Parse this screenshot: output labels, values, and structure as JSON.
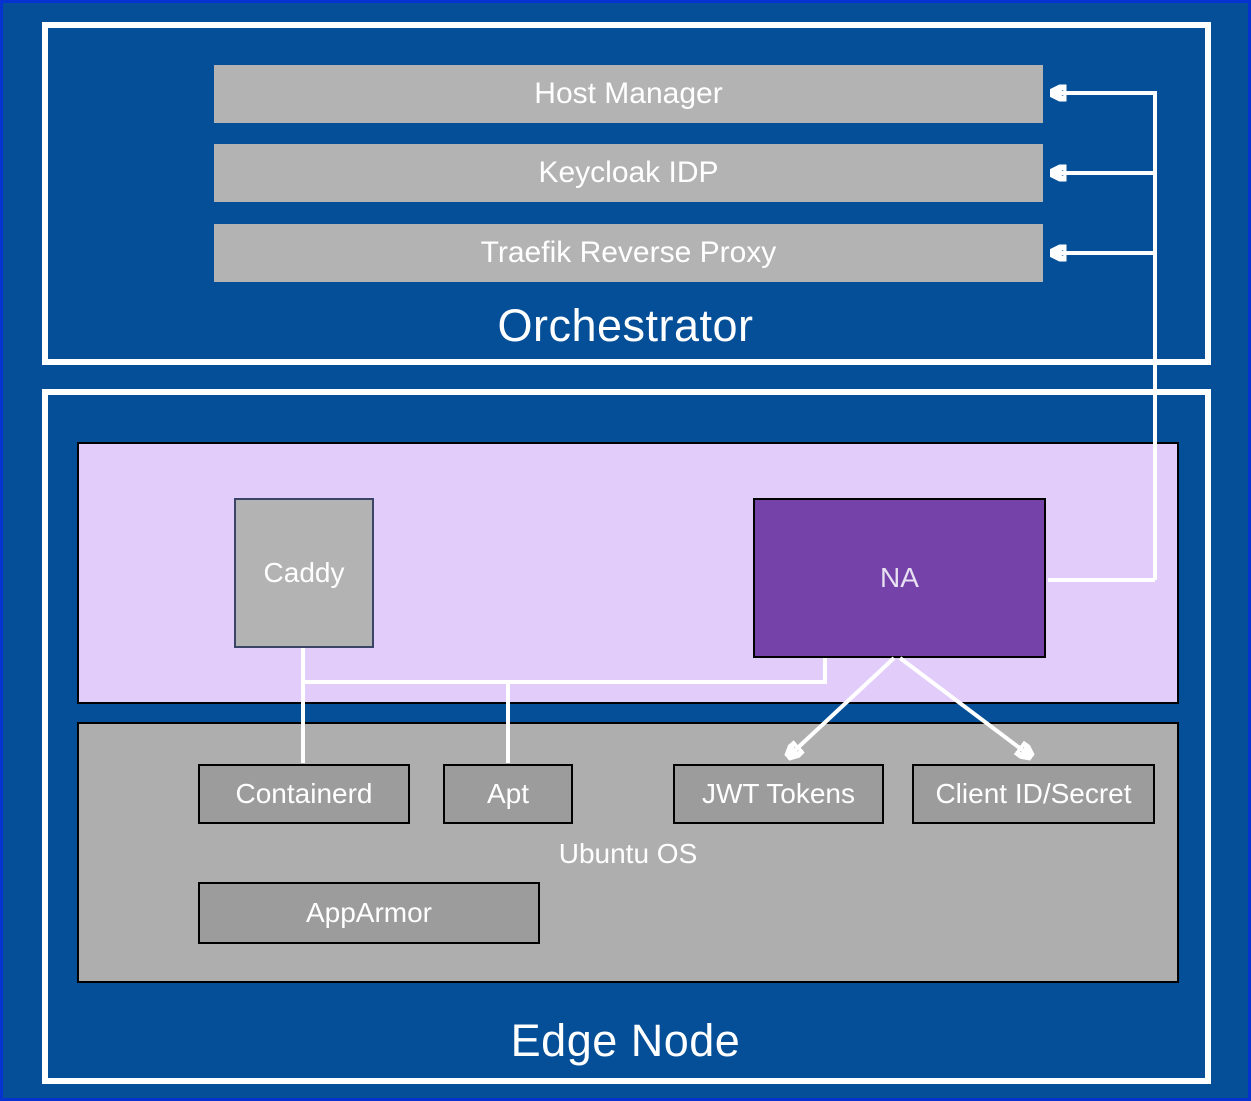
{
  "colors": {
    "canvas_bg": "#044f98",
    "frame": "#0633cf",
    "group_border": "#ffffff",
    "text": "#ffffff",
    "bar_fill": "#b3b3b3",
    "lavender_fill": "#e2cdfa",
    "ubuntu_fill": "#aeaeae",
    "component_fill": "#9c9c9c",
    "na_fill": "#7542a9",
    "na_text": "#e6e0f2",
    "box_border": "#000000",
    "caddy_border": "#3a4466",
    "connector": "#ffffff"
  },
  "orchestrator": {
    "title": "Orchestrator",
    "services": [
      {
        "label": "Host Manager"
      },
      {
        "label": "Keycloak IDP"
      },
      {
        "label": "Traefik Reverse Proxy"
      }
    ]
  },
  "edge_node": {
    "title": "Edge Node",
    "container_layer": {
      "caddy_label": "Caddy",
      "na_label": "NA"
    },
    "os_layer": {
      "label": "Ubuntu OS",
      "components": [
        "Containerd",
        "Apt",
        "JWT Tokens",
        "Client ID/Secret"
      ],
      "security_label": "AppArmor"
    }
  }
}
